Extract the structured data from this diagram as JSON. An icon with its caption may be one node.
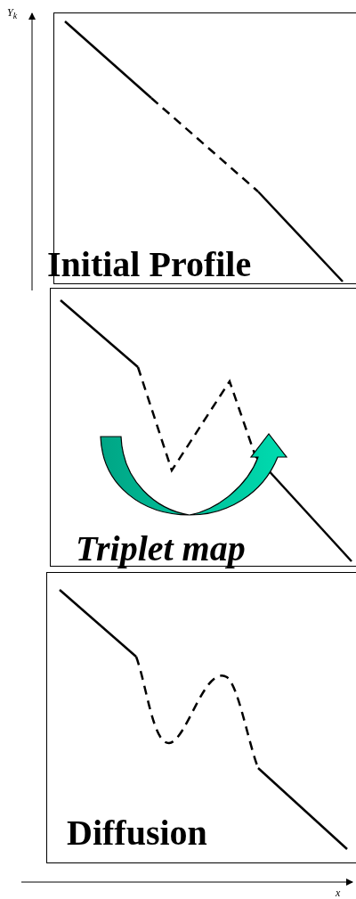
{
  "diagram": {
    "nodes": [
      {
        "text": [
          "Initial Profile"
        ]
      },
      {
        "text": [
          "Triplet map"
        ]
      },
      {
        "text": [
          "Diffusion"
        ]
      }
    ],
    "labels": [
      "Y$_{k}$",
      "x"
    ]
  }
}
